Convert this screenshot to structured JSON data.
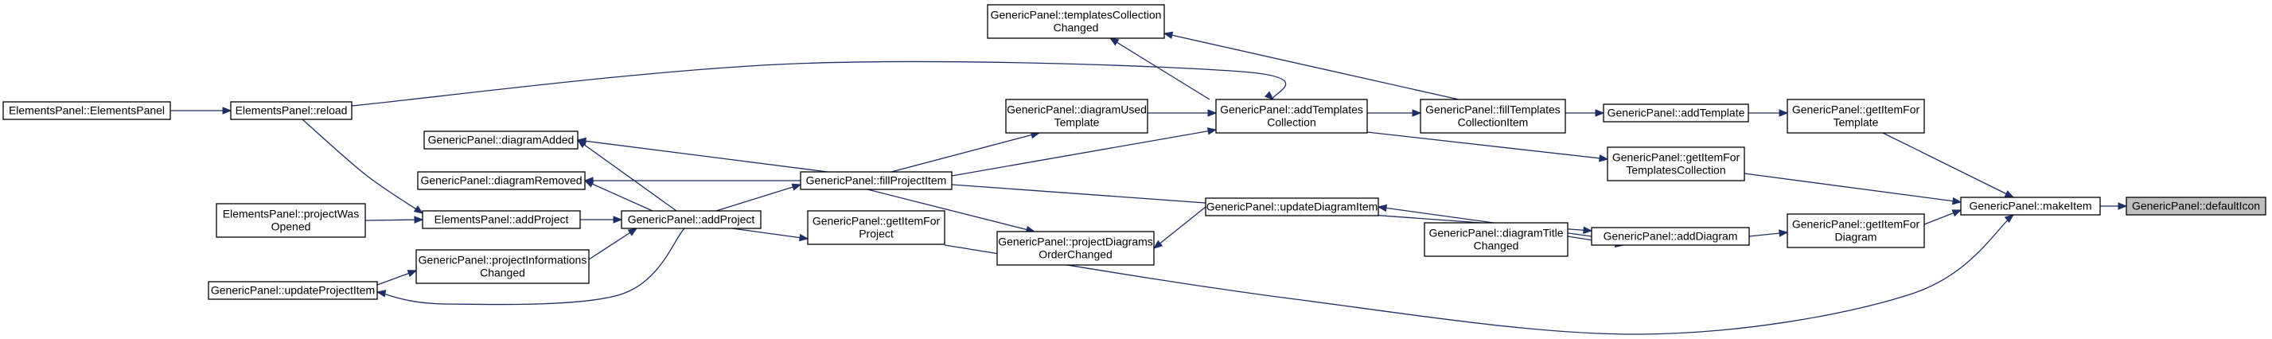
{
  "diagram": {
    "type": "call-graph",
    "colors": {
      "edge": "#1f2f66",
      "node_border": "#000000",
      "node_fill": "#ffffff",
      "highlight_fill": "#bfbfbf"
    },
    "nodes": [
      {
        "id": "defaultIcon",
        "lines": [
          "GenericPanel::defaultIcon"
        ],
        "highlight": true
      },
      {
        "id": "makeItem",
        "lines": [
          "GenericPanel::makeItem"
        ]
      },
      {
        "id": "getItemForTemplate",
        "lines": [
          "GenericPanel::getItemFor",
          "Template"
        ]
      },
      {
        "id": "getItemForTemplatesCollection",
        "lines": [
          "GenericPanel::getItemFor",
          "TemplatesCollection"
        ]
      },
      {
        "id": "getItemForDiagram",
        "lines": [
          "GenericPanel::getItemFor",
          "Diagram"
        ]
      },
      {
        "id": "addTemplate",
        "lines": [
          "GenericPanel::addTemplate"
        ]
      },
      {
        "id": "fillTemplatesCollectionItem",
        "lines": [
          "GenericPanel::fillTemplates",
          "CollectionItem"
        ]
      },
      {
        "id": "templatesCollectionChanged",
        "lines": [
          "GenericPanel::templatesCollection",
          "Changed"
        ]
      },
      {
        "id": "addTemplatesCollection",
        "lines": [
          "GenericPanel::addTemplates",
          "Collection"
        ]
      },
      {
        "id": "diagramUsedTemplate",
        "lines": [
          "GenericPanel::diagramUsed",
          "Template"
        ]
      },
      {
        "id": "addDiagram",
        "lines": [
          "GenericPanel::addDiagram"
        ]
      },
      {
        "id": "updateDiagramItem",
        "lines": [
          "GenericPanel::updateDiagramItem"
        ]
      },
      {
        "id": "diagramTitleChanged",
        "lines": [
          "GenericPanel::diagramTitle",
          "Changed"
        ]
      },
      {
        "id": "projectDiagramsOrderChanged",
        "lines": [
          "GenericPanel::projectDiagrams",
          "OrderChanged"
        ]
      },
      {
        "id": "fillProjectItem",
        "lines": [
          "GenericPanel::fillProjectItem"
        ]
      },
      {
        "id": "getItemForProject",
        "lines": [
          "GenericPanel::getItemFor",
          "Project"
        ]
      },
      {
        "id": "addProject",
        "lines": [
          "GenericPanel::addProject"
        ]
      },
      {
        "id": "diagramAdded",
        "lines": [
          "GenericPanel::diagramAdded"
        ]
      },
      {
        "id": "diagramRemoved",
        "lines": [
          "GenericPanel::diagramRemoved"
        ]
      },
      {
        "id": "elementsPanelAddProject",
        "lines": [
          "ElementsPanel::addProject"
        ]
      },
      {
        "id": "projectInformationsChanged",
        "lines": [
          "GenericPanel::projectInformations",
          "Changed"
        ]
      },
      {
        "id": "elementsPanelReload",
        "lines": [
          "ElementsPanel::reload"
        ]
      },
      {
        "id": "elementsPanelCtor",
        "lines": [
          "ElementsPanel::ElementsPanel"
        ]
      },
      {
        "id": "projectWasOpened",
        "lines": [
          "ElementsPanel::projectWas",
          "Opened"
        ]
      },
      {
        "id": "updateProjectItem",
        "lines": [
          "GenericPanel::updateProjectItem"
        ]
      }
    ],
    "edges": [
      {
        "from": "makeItem",
        "to": "defaultIcon"
      },
      {
        "from": "getItemForTemplate",
        "to": "makeItem"
      },
      {
        "from": "getItemForTemplatesCollection",
        "to": "makeItem"
      },
      {
        "from": "getItemForDiagram",
        "to": "makeItem"
      },
      {
        "from": "getItemForProject",
        "to": "makeItem"
      },
      {
        "from": "addTemplate",
        "to": "getItemForTemplate"
      },
      {
        "from": "fillTemplatesCollectionItem",
        "to": "addTemplate"
      },
      {
        "from": "addTemplatesCollection",
        "to": "fillTemplatesCollectionItem"
      },
      {
        "from": "fillTemplatesCollectionItem",
        "to": "templatesCollectionChanged"
      },
      {
        "from": "templatesCollectionChanged",
        "to": "addTemplatesCollection"
      },
      {
        "from": "diagramUsedTemplate",
        "to": "addTemplatesCollection"
      },
      {
        "from": "elementsPanelReload",
        "to": "addTemplatesCollection"
      },
      {
        "from": "fillProjectItem",
        "to": "addTemplatesCollection"
      },
      {
        "from": "addTemplatesCollection",
        "to": "getItemForTemplatesCollection"
      },
      {
        "from": "addDiagram",
        "to": "getItemForDiagram"
      },
      {
        "from": "fillProjectItem",
        "to": "addDiagram"
      },
      {
        "from": "addDiagram",
        "to": "updateDiagramItem"
      },
      {
        "from": "diagramTitleChanged",
        "to": "addDiagram"
      },
      {
        "from": "updateDiagramItem",
        "to": "projectDiagramsOrderChanged"
      },
      {
        "from": "fillProjectItem",
        "to": "projectDiagramsOrderChanged"
      },
      {
        "from": "fillProjectItem",
        "to": "diagramUsedTemplate"
      },
      {
        "from": "fillProjectItem",
        "to": "diagramAdded"
      },
      {
        "from": "fillProjectItem",
        "to": "diagramRemoved"
      },
      {
        "from": "addProject",
        "to": "fillProjectItem"
      },
      {
        "from": "addProject",
        "to": "getItemForProject"
      },
      {
        "from": "addProject",
        "to": "diagramAdded"
      },
      {
        "from": "addProject",
        "to": "diagramRemoved"
      },
      {
        "from": "elementsPanelAddProject",
        "to": "addProject"
      },
      {
        "from": "projectInformationsChanged",
        "to": "addProject"
      },
      {
        "from": "addProject",
        "to": "updateProjectItem"
      },
      {
        "from": "elementsPanelReload",
        "to": "elementsPanelAddProject"
      },
      {
        "from": "projectWasOpened",
        "to": "elementsPanelAddProject"
      },
      {
        "from": "elementsPanelCtor",
        "to": "elementsPanelReload"
      },
      {
        "from": "updateProjectItem",
        "to": "projectInformationsChanged"
      }
    ]
  }
}
